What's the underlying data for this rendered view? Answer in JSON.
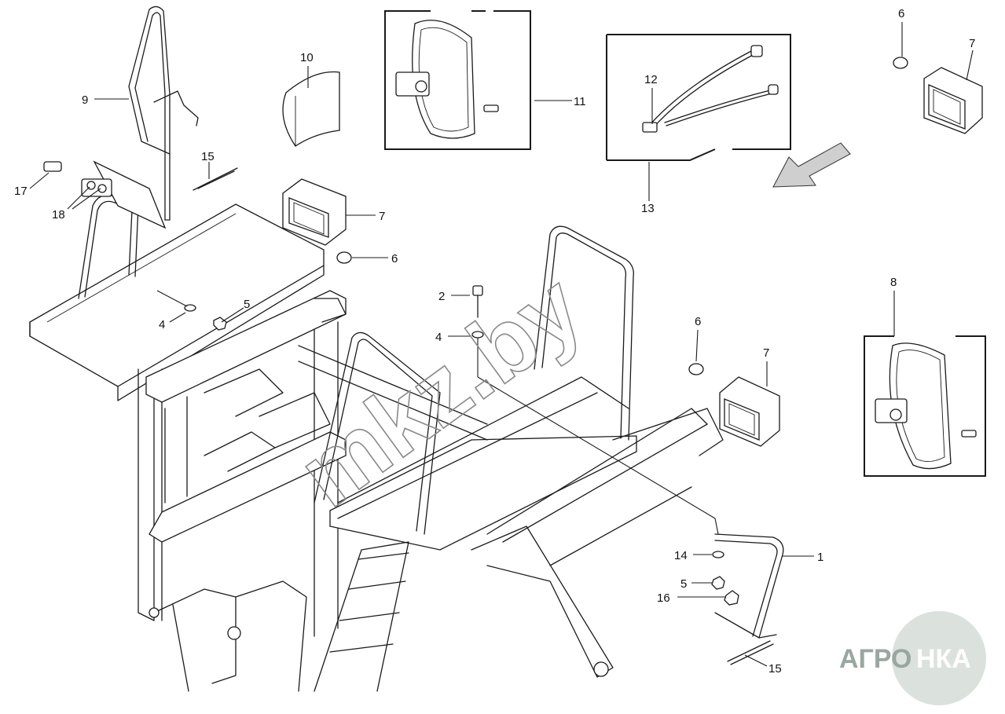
{
  "callouts": [
    "1",
    "2",
    "4",
    "4",
    "5",
    "5",
    "6",
    "6",
    "6",
    "7",
    "7",
    "7",
    "8",
    "9",
    "10",
    "11",
    "12",
    "13",
    "14",
    "15",
    "15",
    "16",
    "17",
    "18"
  ],
  "watermark_text": "mkz.by",
  "logo": {
    "left": "АГРО",
    "right": "НКА"
  }
}
